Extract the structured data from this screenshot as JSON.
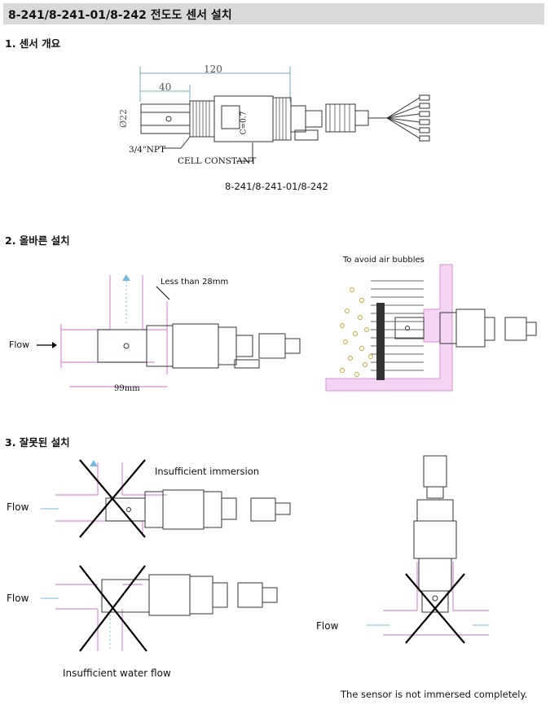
{
  "title": "8-241/8-241-01/8-242 전도도 센서 설치",
  "section1": {
    "heading": "1. 센서 개요",
    "dim_120": "120",
    "dim_40": "40",
    "dim_22": "Ø22",
    "npt": "3/4\"NPT",
    "cell_constant": "CELL CONSTANT",
    "c_value": "C=0.7",
    "caption": "8-241/8-241-01/8-242"
  },
  "section2": {
    "heading": "2. 올바른 설치",
    "less_than": "Less than 28mm",
    "flow": "Flow",
    "dim_99": "99mm",
    "air_bubbles": "To avoid air bubbles"
  },
  "section3": {
    "heading": "3. 잘못된 설치",
    "insufficient_immersion": "Insufficient immersion",
    "flow_1": "Flow",
    "flow_2": "Flow",
    "flow_3": "Flow",
    "insufficient_water_flow": "Insufficient water flow",
    "not_immersed": "The sensor is not immersed completely."
  }
}
